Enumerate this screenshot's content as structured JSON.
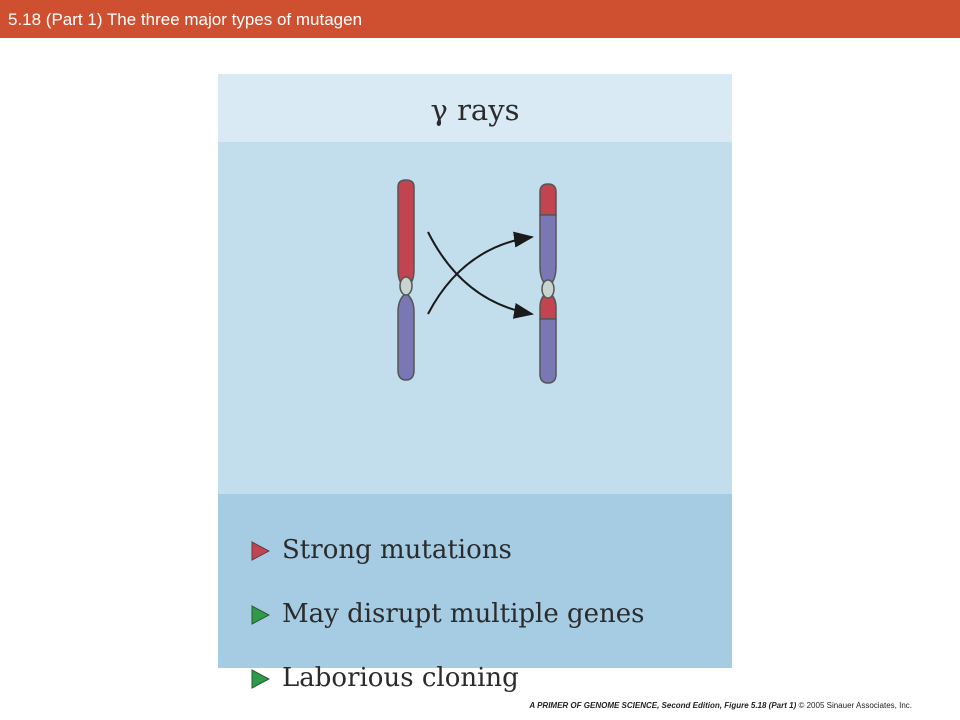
{
  "slide": {
    "title": "5.18 (Part 1)  The three major types of mutagen",
    "title_bar_color": "#cf5030"
  },
  "panel": {
    "header": "γ rays",
    "list_items": [
      {
        "label": "Strong mutations",
        "bullet_color": "#c14450"
      },
      {
        "label": "May disrupt multiple genes",
        "bullet_color": "#2f9a4a"
      },
      {
        "label": "Laborious cloning",
        "bullet_color": "#2f9a4a"
      }
    ]
  },
  "colors": {
    "chromosome_red": "#c14450",
    "chromosome_blue": "#7a78b4",
    "centromere": "#c9d3d0"
  },
  "footer": {
    "citation": "A PRIMER OF GENOME SCIENCE, Second Edition, Figure 5.18 (Part 1)",
    "copyright": "© 2005 Sinauer Associates, Inc."
  }
}
